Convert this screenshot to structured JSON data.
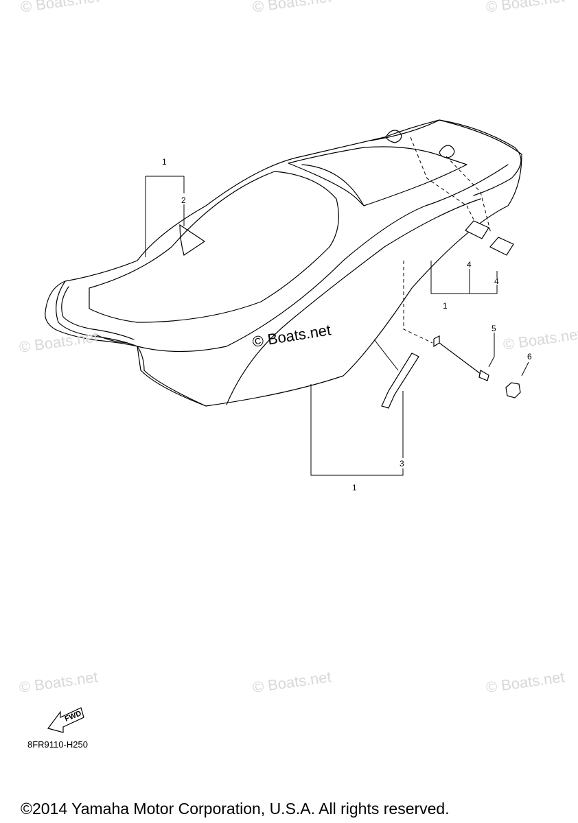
{
  "watermark_text": "© Boats.net",
  "center_watermark": "© Boats.net",
  "callouts": {
    "c1_top": "1",
    "c2": "2",
    "c1_right": "1",
    "c4a": "4",
    "c4b": "4",
    "c5": "5",
    "c6": "6",
    "c3": "3",
    "c1_bottom": "1"
  },
  "fwd_label": "FWD",
  "diagram_code": "8FR9110-H250",
  "copyright": "©2014 Yamaha Motor Corporation, U.S.A. All rights reserved."
}
